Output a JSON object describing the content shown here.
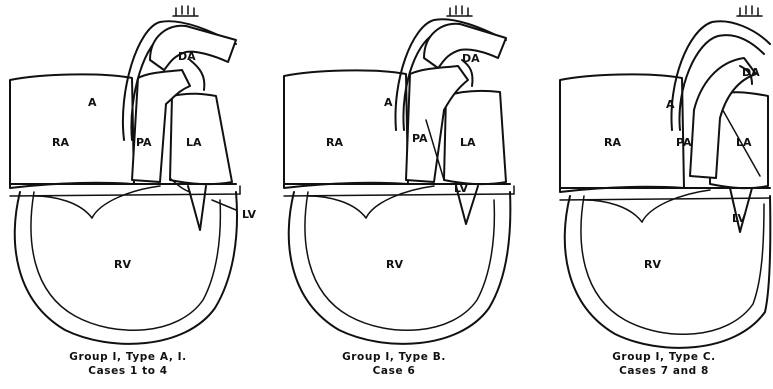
{
  "panels": [
    {
      "id": "type-a",
      "labels": {
        "a": "A",
        "da": "DA",
        "ra": "RA",
        "pa": "PA",
        "la": "LA",
        "lv": "LV",
        "rv": "RV"
      },
      "caption_line1": "Group I, Type A, I.",
      "caption_line2": "Cases 1 to 4"
    },
    {
      "id": "type-b",
      "labels": {
        "a": "A",
        "da": "DA",
        "ra": "RA",
        "pa": "PA",
        "la": "LA",
        "lv": "LV",
        "rv": "RV"
      },
      "caption_line1": "Group I, Type B.",
      "caption_line2": "Case 6"
    },
    {
      "id": "type-c",
      "labels": {
        "a": "A",
        "da": "DA",
        "ra": "RA",
        "pa": "PA",
        "la": "LA",
        "lv": "LV",
        "rv": "RV"
      },
      "caption_line1": "Group I, Type C.",
      "caption_line2": "Cases 7 and 8"
    }
  ]
}
